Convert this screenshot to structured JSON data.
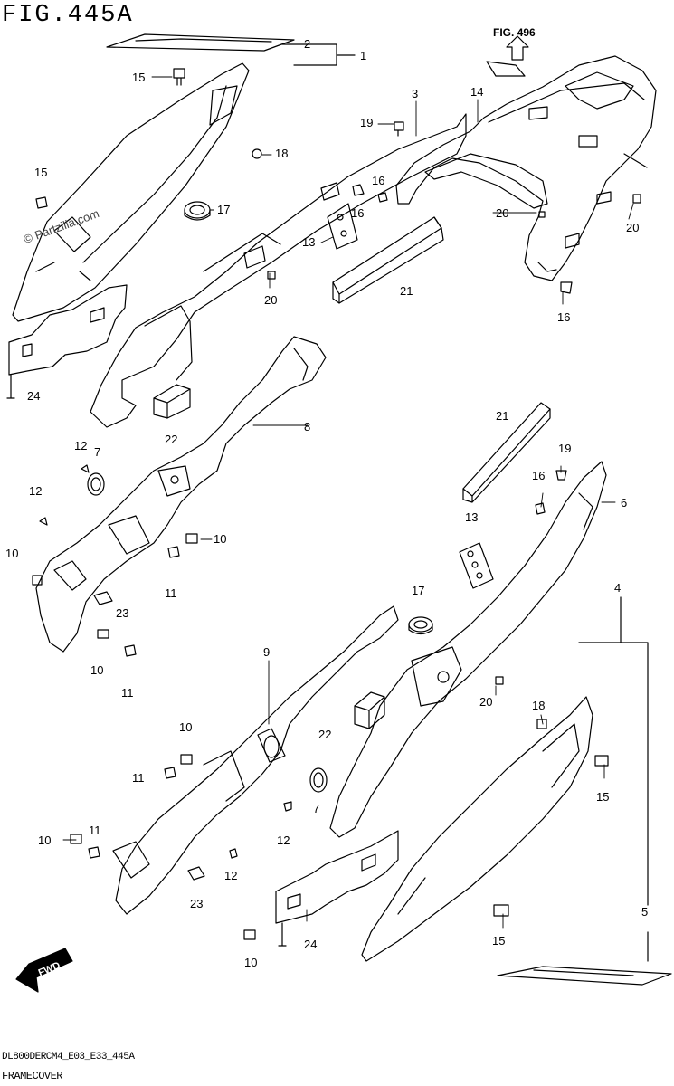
{
  "header": {
    "figure_title": "FIG.445A",
    "cross_reference": "FIG. 496"
  },
  "watermark": "© Partzilla.com",
  "fwd_label": "FWD",
  "footer": {
    "model_code": "DL800DERCM4_E03_E33_445A",
    "section_name": "FRAMECOVER"
  },
  "callouts": [
    {
      "id": "c2a",
      "text": "2"
    },
    {
      "id": "c1",
      "text": "1"
    },
    {
      "id": "c15a",
      "text": "15"
    },
    {
      "id": "c3",
      "text": "3"
    },
    {
      "id": "c14",
      "text": "14"
    },
    {
      "id": "c19a",
      "text": "19"
    },
    {
      "id": "c18a",
      "text": "18"
    },
    {
      "id": "c16a",
      "text": "16"
    },
    {
      "id": "c16b",
      "text": "16"
    },
    {
      "id": "c15b",
      "text": "15"
    },
    {
      "id": "c17a",
      "text": "17"
    },
    {
      "id": "c20a",
      "text": "20"
    },
    {
      "id": "c20b",
      "text": "20"
    },
    {
      "id": "c13a",
      "text": "13"
    },
    {
      "id": "c21a",
      "text": "21"
    },
    {
      "id": "c20c",
      "text": "20"
    },
    {
      "id": "c16c",
      "text": "16"
    },
    {
      "id": "c24a",
      "text": "24"
    },
    {
      "id": "c22a",
      "text": "22"
    },
    {
      "id": "c8",
      "text": "8"
    },
    {
      "id": "c21b",
      "text": "21"
    },
    {
      "id": "c12a",
      "text": "12"
    },
    {
      "id": "c7a",
      "text": "7"
    },
    {
      "id": "c19b",
      "text": "19"
    },
    {
      "id": "c12b",
      "text": "12"
    },
    {
      "id": "c16d",
      "text": "16"
    },
    {
      "id": "c6",
      "text": "6"
    },
    {
      "id": "c10a",
      "text": "10"
    },
    {
      "id": "c10b",
      "text": "10"
    },
    {
      "id": "c11a",
      "text": "11"
    },
    {
      "id": "c13b",
      "text": "13"
    },
    {
      "id": "c23a",
      "text": "23"
    },
    {
      "id": "c4",
      "text": "4"
    },
    {
      "id": "c17b",
      "text": "17"
    },
    {
      "id": "c10c",
      "text": "10"
    },
    {
      "id": "c11b",
      "text": "11"
    },
    {
      "id": "c9",
      "text": "9"
    },
    {
      "id": "c20d",
      "text": "20"
    },
    {
      "id": "c18b",
      "text": "18"
    },
    {
      "id": "c10d",
      "text": "10"
    },
    {
      "id": "c22b",
      "text": "22"
    },
    {
      "id": "c11c",
      "text": "11"
    },
    {
      "id": "c15c",
      "text": "15"
    },
    {
      "id": "c7b",
      "text": "7"
    },
    {
      "id": "c10e",
      "text": "10"
    },
    {
      "id": "c11d",
      "text": "11"
    },
    {
      "id": "c12c",
      "text": "12"
    },
    {
      "id": "c12d",
      "text": "12"
    },
    {
      "id": "c23b",
      "text": "23"
    },
    {
      "id": "c5",
      "text": "5"
    },
    {
      "id": "c15d",
      "text": "15"
    },
    {
      "id": "c24b",
      "text": "24"
    },
    {
      "id": "c10f",
      "text": "10"
    }
  ]
}
